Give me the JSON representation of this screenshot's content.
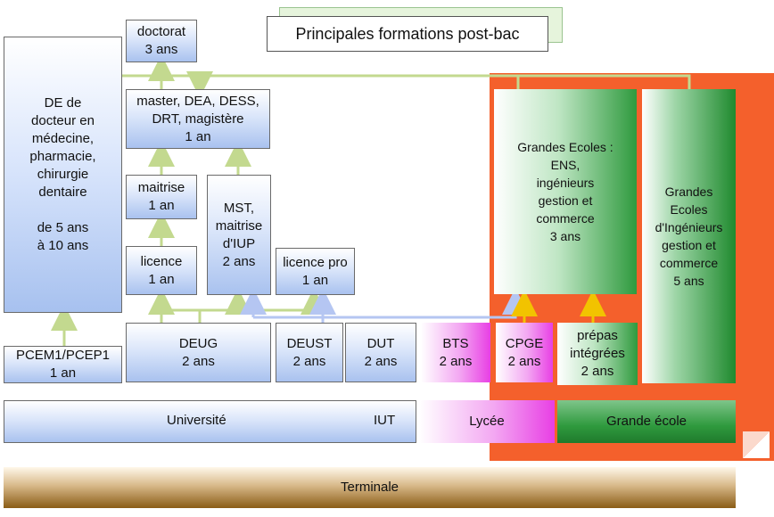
{
  "title": "Principales formations post-bac",
  "nodes": {
    "doctorat": "doctorat\n3 ans",
    "master": "master, DEA, DESS,\nDRT, magistère\n1 an",
    "maitrise": "maitrise\n1 an",
    "mst": "MST,\nmaitrise\nd'IUP\n2 ans",
    "licence": "licence\n1 an",
    "licence_pro": "licence pro\n1 an",
    "de_docteur": "DE de\ndocteur en\nmédecine,\npharmacie,\nchirurgie\ndentaire\n\nde 5 ans\nà 10 ans",
    "pcem": "PCEM1/PCEP1\n1 an",
    "deug": "DEUG\n2 ans",
    "deust": "DEUST\n2 ans",
    "dut": "DUT\n2 ans",
    "bts": "BTS\n2 ans",
    "cpge": "CPGE\n2 ans",
    "prepas": "prépas\nintégrées\n2 ans",
    "grandes_ecoles_ens": "Grandes Ecoles :\nENS,\ningénieurs\ngestion et\ncommerce\n3 ans",
    "grandes_ecoles_ing": "Grandes\nEcoles\nd'Ingénieurs\ngestion et\ncommerce\n5 ans"
  },
  "bars": {
    "universite": "Université",
    "iut": "IUT",
    "lycee": "Lycée",
    "grande_ecole": "Grande école",
    "terminale": "Terminale"
  },
  "colors": {
    "orange_panel": "#f4602c",
    "blue_box": "#a9c2ef",
    "pink_box": "#e83fe4",
    "green_box": "#2f9a3e",
    "terminale_bar": "#8a5c16",
    "arrow_green": "#c3d98f",
    "arrow_blue": "#b5c6f2",
    "arrow_yellow": "#f2c300"
  }
}
